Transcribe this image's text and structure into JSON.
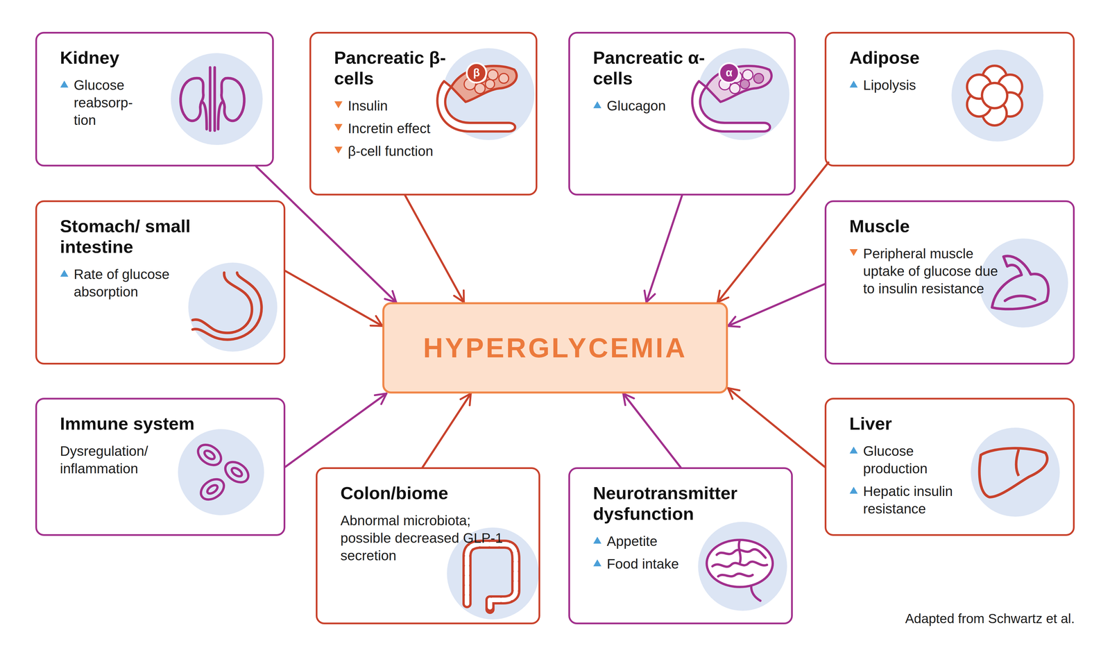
{
  "diagram": {
    "nodes": [
      {
        "text": [
          "Kidney",
          "Glucose reabsorp- tion"
        ]
      },
      {
        "text": [
          "Pancreatic β-cells",
          "Insulin",
          "Incretin effect",
          "β-cell function"
        ]
      },
      {
        "text": [
          "Pancreatic α-cells",
          "Glucagon"
        ]
      },
      {
        "text": [
          "Adipose",
          "Lipolysis"
        ]
      },
      {
        "text": [
          "Stomach/ small intestine",
          "Rate of glucose absorption"
        ]
      },
      {
        "text": [
          "HYPERGLYCEMIA"
        ]
      },
      {
        "text": [
          "Muscle",
          "Peripheral muscle uptake of glucose due to insulin resistance"
        ]
      },
      {
        "text": [
          "Immune system",
          "Dysregulation/ inflammation"
        ]
      },
      {
        "text": [
          "Liver",
          "Glucose production",
          "Hepatic insulin resistance"
        ]
      },
      {
        "text": [
          "Colon/biome",
          "Abnormal microbiota; possible decreased GLP-1 secretion"
        ]
      },
      {
        "text": [
          "Neurotransmitter dysfunction",
          "Appetite",
          "Food intake"
        ]
      }
    ],
    "edges": [
      {
        "from": 0,
        "to": 5,
        "arrow": "to"
      },
      {
        "from": 1,
        "to": 5,
        "arrow": "to"
      },
      {
        "from": 2,
        "to": 5,
        "arrow": "to"
      },
      {
        "from": 3,
        "to": 5,
        "arrow": "to"
      },
      {
        "from": 4,
        "to": 5,
        "arrow": "to"
      },
      {
        "from": 6,
        "to": 5,
        "arrow": "to"
      },
      {
        "from": 7,
        "to": 5,
        "arrow": "to"
      },
      {
        "from": 8,
        "to": 5,
        "arrow": "to"
      },
      {
        "from": 9,
        "to": 5,
        "arrow": "to"
      },
      {
        "from": 10,
        "to": 5,
        "arrow": "to"
      }
    ],
    "labels": [
      "β",
      "α",
      "Adapted from Schwartz et al."
    ]
  }
}
